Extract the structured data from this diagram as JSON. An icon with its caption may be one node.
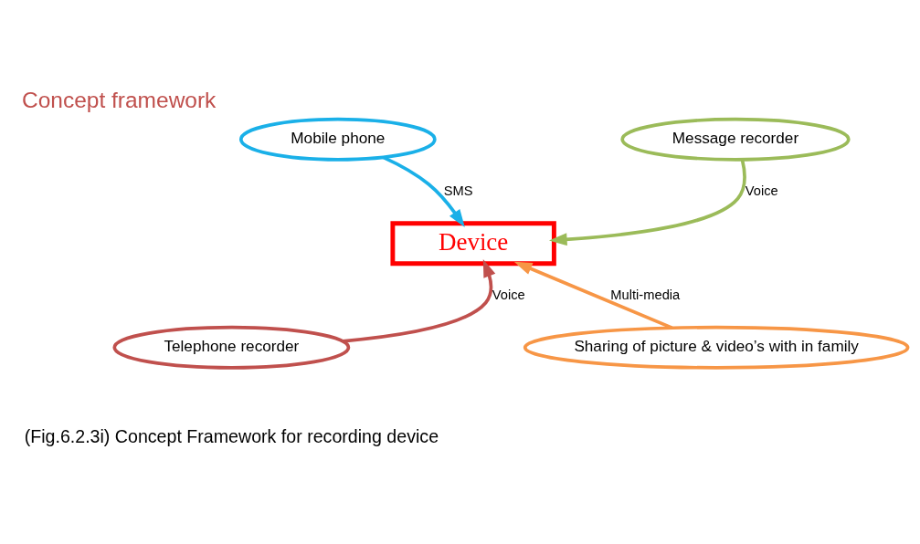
{
  "diagram": {
    "title": "Concept framework",
    "caption": "(Fig.6.2.3i) Concept Framework for recording device",
    "nodes": [
      {
        "text": [
          "Mobile phone"
        ]
      },
      {
        "text": [
          "Message recorder"
        ]
      },
      {
        "text": [
          "Device"
        ]
      },
      {
        "text": [
          "Telephone recorder"
        ]
      },
      {
        "text": [
          "Sharing of picture & video’s with in family"
        ]
      }
    ],
    "edges": [
      {
        "from": 0,
        "to": 2,
        "arrow": "to",
        "label": "SMS",
        "color": "#1ab0e8"
      },
      {
        "from": 1,
        "to": 2,
        "arrow": "to",
        "label": "Voice",
        "color": "#9bbb59"
      },
      {
        "from": 3,
        "to": 2,
        "arrow": "to",
        "label": "Voice",
        "color": "#c0504d"
      },
      {
        "from": 4,
        "to": 2,
        "arrow": "to",
        "label": "Multi-media",
        "color": "#f79646"
      }
    ]
  }
}
